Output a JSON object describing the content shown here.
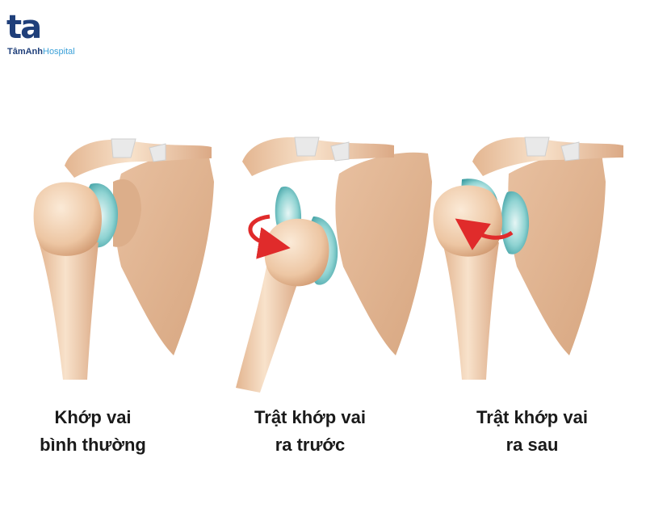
{
  "logo": {
    "mark": "ta",
    "name": "TâmAnh",
    "suffix": "Hospital"
  },
  "panels": [
    {
      "line1": "Khớp vai",
      "line2": "bình thường"
    },
    {
      "line1": "Trật khớp vai",
      "line2": "ra trước"
    },
    {
      "line1": "Trật khớp vai",
      "line2": "ra sau"
    }
  ],
  "colors": {
    "bone_light": "#f6dcc1",
    "bone_mid": "#e9bf9a",
    "bone_dark": "#c9946c",
    "cartilage": "#5cbfc0",
    "ligament": "#e8e8e8",
    "arrow": "#e02b2b",
    "brand_dark": "#1f3f7a",
    "brand_light": "#3aa0d8"
  },
  "icons": {
    "logo": "tamanh-logo",
    "arrow": "curved-arrow-icon"
  }
}
